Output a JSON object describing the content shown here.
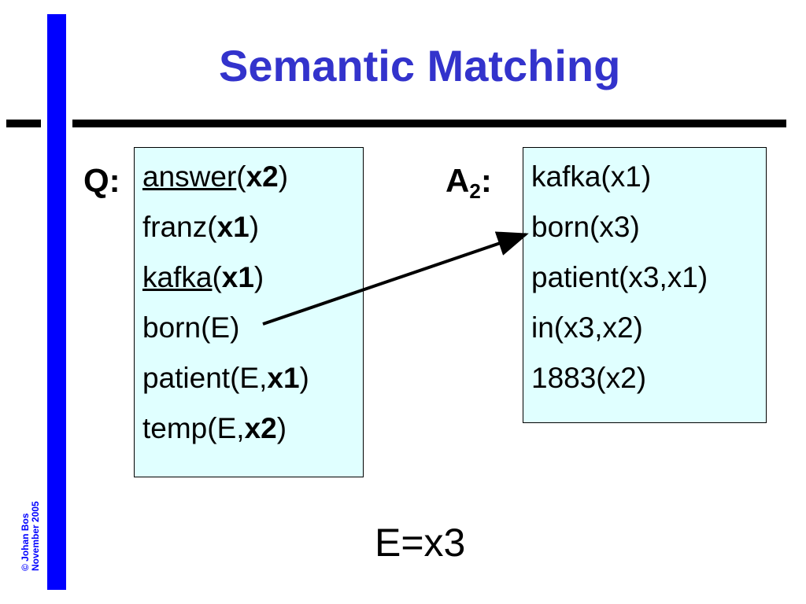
{
  "slide": {
    "title": "Semantic Matching",
    "copyright": [
      "© Johan Bos",
      "November 2005"
    ]
  },
  "query": {
    "label": "Q:",
    "predicates": [
      {
        "name": "answer",
        "underline": true,
        "open": "(",
        "args": [
          {
            "text": "x2",
            "bold": true
          }
        ],
        "close": ")"
      },
      {
        "name": "franz",
        "underline": false,
        "open": "(",
        "args": [
          {
            "text": "x1",
            "bold": true
          }
        ],
        "close": ")"
      },
      {
        "name": "kafka",
        "underline": true,
        "open": "(",
        "args": [
          {
            "text": "x1",
            "bold": true
          }
        ],
        "close": ")"
      },
      {
        "name": "born",
        "underline": false,
        "open": "(",
        "args": [
          {
            "text": "E",
            "bold": false
          }
        ],
        "close": ")"
      },
      {
        "name": "patient",
        "underline": false,
        "open": "(",
        "args": [
          {
            "text": "E,",
            "bold": false
          },
          {
            "text": "x1",
            "bold": true
          }
        ],
        "close": ")"
      },
      {
        "name": "temp",
        "underline": false,
        "open": "(",
        "args": [
          {
            "text": "E,",
            "bold": false
          },
          {
            "text": "x2",
            "bold": true
          }
        ],
        "close": ")"
      }
    ]
  },
  "answer": {
    "label": "A",
    "label_sub": "2",
    "label_colon": ":",
    "predicates": [
      "kafka(x1)",
      "born(x3)",
      "patient(x3,x1)",
      "in(x3,x2)",
      "1883(x2)"
    ]
  },
  "result": "E=x3"
}
